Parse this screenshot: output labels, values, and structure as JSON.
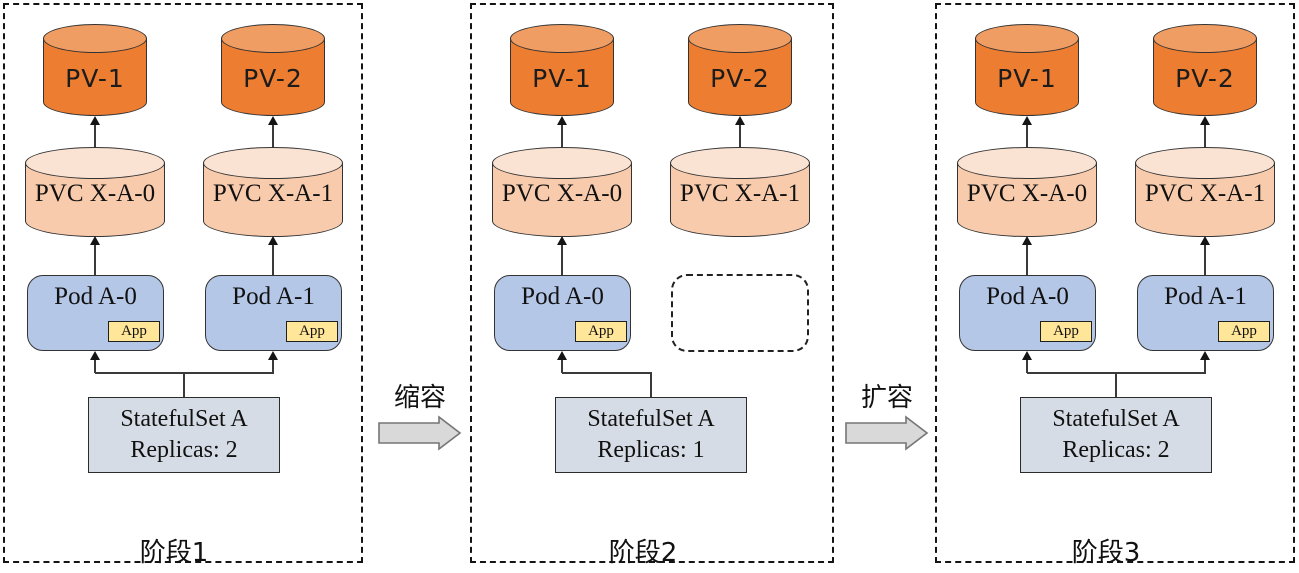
{
  "stages": [
    {
      "name": "阶段1",
      "pvs": [
        "PV-1",
        "PV-2"
      ],
      "pvcs": [
        "PVC X-A-0",
        "PVC X-A-1"
      ],
      "pods": [
        {
          "label": "Pod A-0",
          "badge": "App"
        },
        {
          "label": "Pod A-1",
          "badge": "App"
        }
      ],
      "statefulset": {
        "name": "StatefulSet A",
        "replicas": "Replicas: 2"
      }
    },
    {
      "name": "阶段2",
      "pvs": [
        "PV-1",
        "PV-2"
      ],
      "pvcs": [
        "PVC X-A-0",
        "PVC X-A-1"
      ],
      "pods": [
        {
          "label": "Pod A-0",
          "badge": "App"
        }
      ],
      "deleted_pod_placeholder": true,
      "statefulset": {
        "name": "StatefulSet A",
        "replicas": "Replicas: 1"
      }
    },
    {
      "name": "阶段3",
      "pvs": [
        "PV-1",
        "PV-2"
      ],
      "pvcs": [
        "PVC X-A-0",
        "PVC X-A-1"
      ],
      "pods": [
        {
          "label": "Pod A-0",
          "badge": "App"
        },
        {
          "label": "Pod A-1",
          "badge": "App"
        }
      ],
      "statefulset": {
        "name": "StatefulSet A",
        "replicas": "Replicas: 2"
      }
    }
  ],
  "transitions": [
    {
      "label": "缩容"
    },
    {
      "label": "扩容"
    }
  ],
  "colors": {
    "pv_fill": "#ED7D31",
    "pv_top_fill": "#F09D64",
    "pvc_fill": "#F8CBAD",
    "pvc_top_fill": "#FBE3D4",
    "pod_fill": "#B4C7E7",
    "app_badge_fill": "#FFE699",
    "statefulset_fill": "#D6DCE5",
    "transition_arrow_fill": "#D9D9D9",
    "outline": "#333333"
  }
}
